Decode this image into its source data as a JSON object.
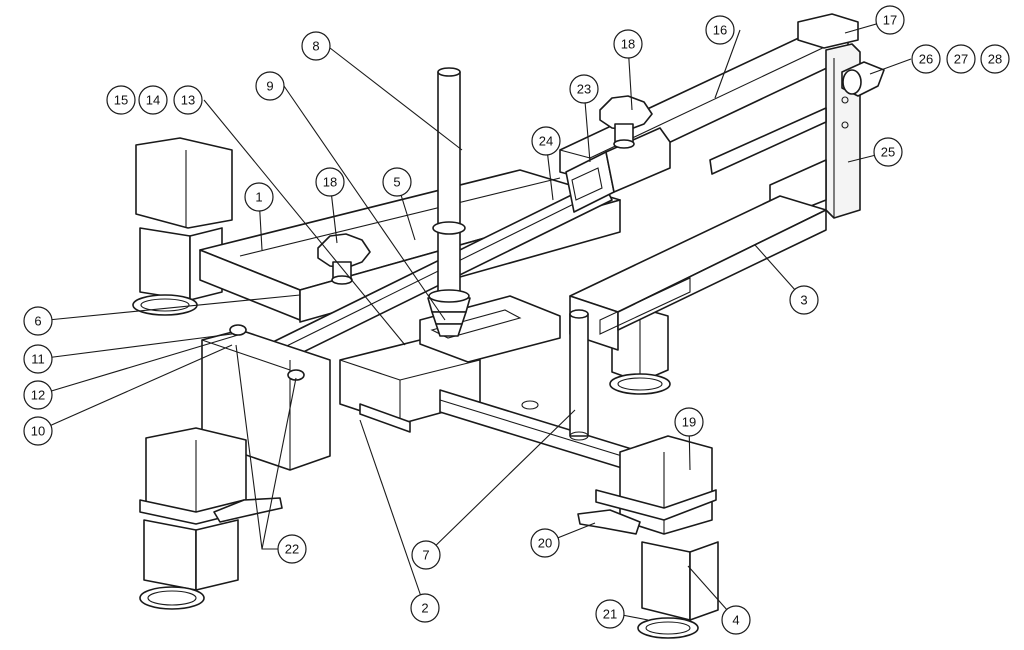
{
  "callouts": [
    {
      "label": "1"
    },
    {
      "label": "2"
    },
    {
      "label": "3"
    },
    {
      "label": "4"
    },
    {
      "label": "5"
    },
    {
      "label": "6"
    },
    {
      "label": "7"
    },
    {
      "label": "8"
    },
    {
      "label": "9"
    },
    {
      "label": "10"
    },
    {
      "label": "11"
    },
    {
      "label": "12"
    },
    {
      "label": "13"
    },
    {
      "label": "14"
    },
    {
      "label": "15"
    },
    {
      "label": "16"
    },
    {
      "label": "17"
    },
    {
      "label": "18"
    },
    {
      "label": "18"
    },
    {
      "label": "19"
    },
    {
      "label": "20"
    },
    {
      "label": "21"
    },
    {
      "label": "22"
    },
    {
      "label": "23"
    },
    {
      "label": "24"
    },
    {
      "label": "25"
    },
    {
      "label": "26"
    },
    {
      "label": "27"
    },
    {
      "label": "28"
    }
  ]
}
